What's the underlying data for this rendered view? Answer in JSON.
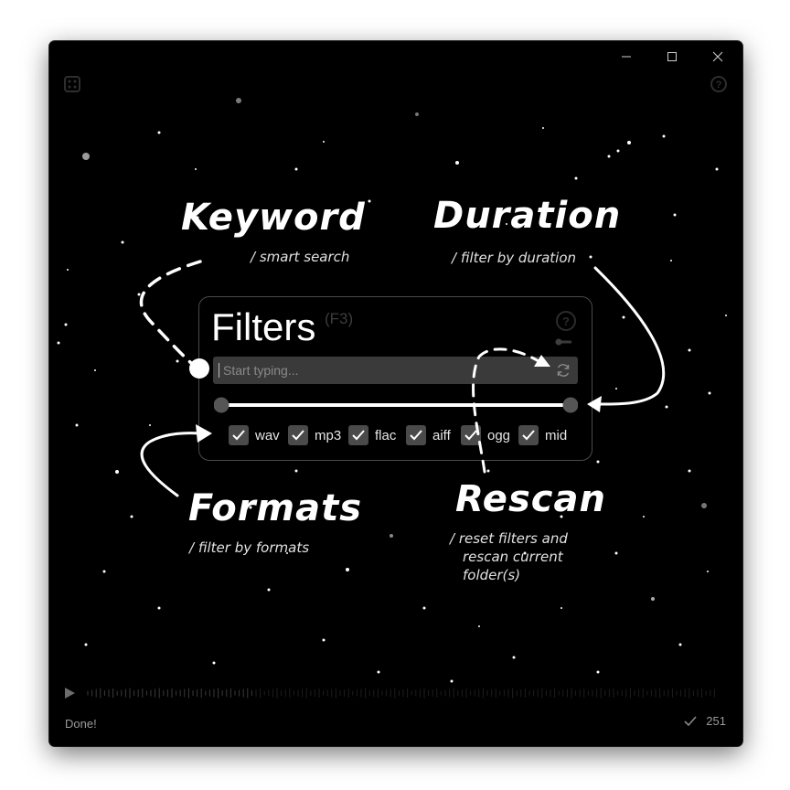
{
  "window": {
    "controls": {
      "minimize": "—",
      "maximize": "☐",
      "close": "✕"
    }
  },
  "corner_icons": {
    "top_left": "dice-icon",
    "top_right": "help-icon"
  },
  "filters": {
    "title": "Filters",
    "shortcut": "(F3)",
    "help": "?",
    "search_placeholder": "Start typing...",
    "duration_range": [
      0,
      1
    ],
    "formats": [
      {
        "label": "wav",
        "checked": true
      },
      {
        "label": "mp3",
        "checked": true
      },
      {
        "label": "flac",
        "checked": true
      },
      {
        "label": "aiff",
        "checked": true
      },
      {
        "label": "ogg",
        "checked": true
      },
      {
        "label": "mid",
        "checked": true
      }
    ]
  },
  "annotations": {
    "keyword": {
      "title": "Keyword",
      "subtitle": "/ smart search"
    },
    "duration": {
      "title": "Duration",
      "subtitle": "/ filter by duration"
    },
    "formats": {
      "title": "Formats",
      "subtitle": "/ filter by formats"
    },
    "rescan": {
      "title": "Rescan",
      "subtitle_lines": [
        "/ reset filters and",
        "rescan current",
        "folder(s)"
      ]
    }
  },
  "status": {
    "text": "Done!",
    "count": "251"
  },
  "colors": {
    "background": "#000000",
    "accent": "#ffffff",
    "control": "#4a4a4a"
  }
}
